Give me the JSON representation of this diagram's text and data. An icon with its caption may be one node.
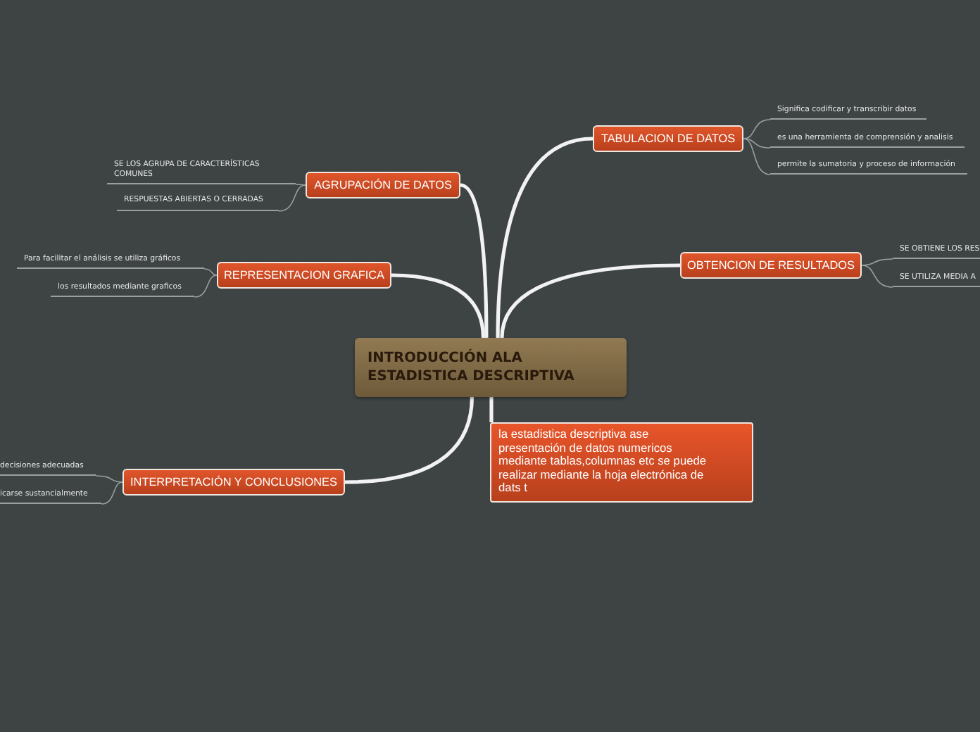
{
  "diagram": {
    "nodes": [
      {
        "text": [
          "INTRODUCCIÓN ALA ESTADISTICA DESCRIPTIVA"
        ]
      },
      {
        "text": [
          "AGRUPACIÓN DE DATOS"
        ]
      },
      {
        "text": [
          "SE LOS AGRUPA DE CARACTERÍSTICAS COMUNES"
        ]
      },
      {
        "text": [
          "RESPUESTAS ABIERTAS O CERRADAS"
        ]
      },
      {
        "text": [
          "REPRESENTACION GRAFICA"
        ]
      },
      {
        "text": [
          "Para facilitar el análisis se utiliza gráficos"
        ]
      },
      {
        "text": [
          "los resultados mediante graficos"
        ]
      },
      {
        "text": [
          "TABULACION DE DATOS"
        ]
      },
      {
        "text": [
          "Significa codificar y transcribir datos"
        ]
      },
      {
        "text": [
          "es una herramienta de comprensión y analisis"
        ]
      },
      {
        "text": [
          "permite la sumatoria y proceso de información"
        ]
      },
      {
        "text": [
          "OBTENCION DE RESULTADOS"
        ]
      },
      {
        "text": [
          "SE OBTIENE LOS RES"
        ]
      },
      {
        "text": [
          "SE UTILIZA MEDIA A"
        ]
      },
      {
        "text": [
          "INTERPRETACIÓN Y CONCLUSIONES"
        ]
      },
      {
        "text": [
          "decisiones  adecuadas"
        ]
      },
      {
        "text": [
          "icarse sustancialmente"
        ]
      },
      {
        "text": [
          "la estadistica descriptiva ase presentación de datos numericos mediante tablas,columnas etc se puede realizar mediante la hoja electrónica de dats t"
        ]
      }
    ],
    "edges": [
      {
        "from": 0,
        "to": 1,
        "arrow": "none",
        "style": "thick",
        "color": "#f2f2f2"
      },
      {
        "from": 1,
        "to": 2,
        "arrow": "none"
      },
      {
        "from": 1,
        "to": 3,
        "arrow": "none"
      },
      {
        "from": 0,
        "to": 4,
        "arrow": "none",
        "style": "thick",
        "color": "#f2f2f2"
      },
      {
        "from": 4,
        "to": 5,
        "arrow": "none"
      },
      {
        "from": 4,
        "to": 6,
        "arrow": "none"
      },
      {
        "from": 0,
        "to": 7,
        "arrow": "none",
        "style": "thick",
        "color": "#f2f2f2"
      },
      {
        "from": 7,
        "to": 8,
        "arrow": "none"
      },
      {
        "from": 7,
        "to": 9,
        "arrow": "none"
      },
      {
        "from": 7,
        "to": 10,
        "arrow": "none"
      },
      {
        "from": 0,
        "to": 11,
        "arrow": "none",
        "style": "thick",
        "color": "#f2f2f2"
      },
      {
        "from": 11,
        "to": 12,
        "arrow": "none"
      },
      {
        "from": 11,
        "to": 13,
        "arrow": "none"
      },
      {
        "from": 0,
        "to": 14,
        "arrow": "none",
        "style": "thick",
        "color": "#f2f2f2"
      },
      {
        "from": 14,
        "to": 15,
        "arrow": "none"
      },
      {
        "from": 14,
        "to": 16,
        "arrow": "none"
      },
      {
        "from": 0,
        "to": 17,
        "arrow": "none",
        "style": "thick",
        "color": "#f2f2f2"
      }
    ]
  }
}
